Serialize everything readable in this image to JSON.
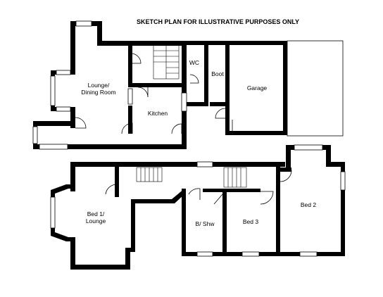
{
  "title": "SKETCH PLAN FOR ILLUSTRATIVE PURPOSES ONLY",
  "ground_floor": {
    "lounge_line1": "Lounge/",
    "lounge_line2": "Dining Room",
    "kitchen": "Kitchen",
    "wc": "WC",
    "boot": "Boot",
    "garage": "Garage"
  },
  "first_floor": {
    "bed1_line1": "Bed 1/",
    "bed1_line2": "Lounge",
    "bshw": "B/ Shw",
    "bed3": "Bed 3",
    "bed2": "Bed 2"
  }
}
